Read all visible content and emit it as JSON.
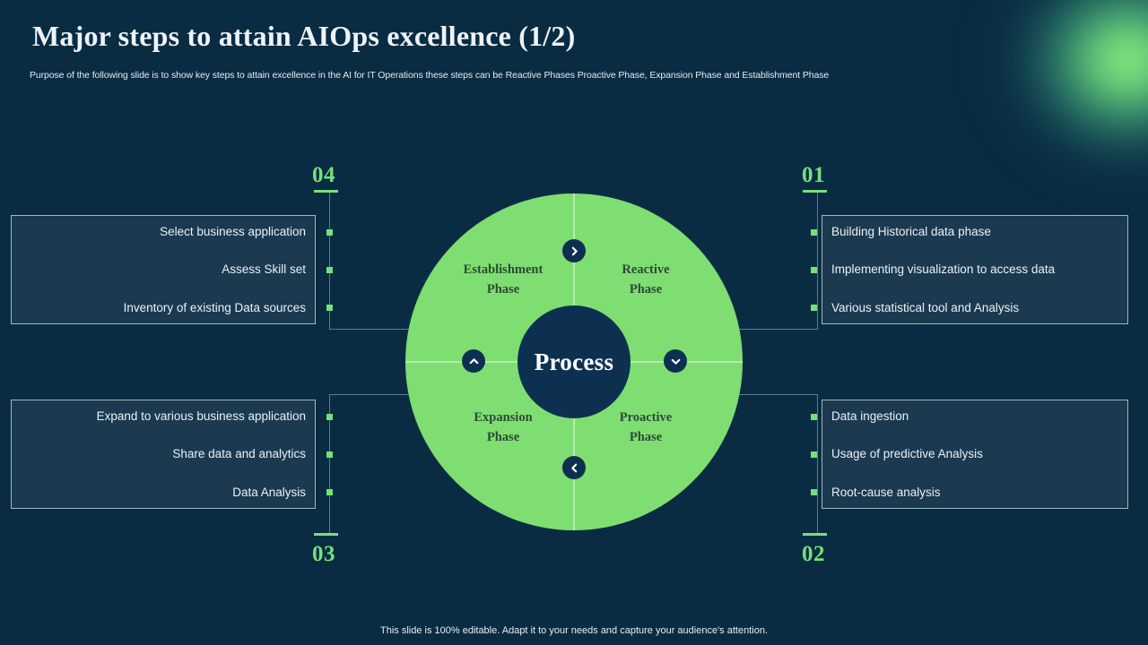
{
  "header": {
    "title": "Major steps to attain AIOps excellence (1/2)",
    "subtitle": "Purpose of the following slide is to show key steps to attain excellence in the AI for IT Operations these steps can be Reactive Phases Proactive Phase, Expansion Phase and Establishment Phase"
  },
  "wheel": {
    "center_label": "Process",
    "quadrants": [
      {
        "id": "establishment",
        "label": "Establishment\nPhase"
      },
      {
        "id": "reactive",
        "label": "Reactive\nPhase"
      },
      {
        "id": "expansion",
        "label": "Expansion\nPhase"
      },
      {
        "id": "proactive",
        "label": "Proactive\nPhase"
      }
    ],
    "badges": [
      {
        "id": "top",
        "icon": "chevron-right-icon"
      },
      {
        "id": "right",
        "icon": "chevron-down-icon"
      },
      {
        "id": "bottom",
        "icon": "chevron-left-icon"
      },
      {
        "id": "left",
        "icon": "chevron-up-icon"
      }
    ]
  },
  "steps": [
    {
      "number": "01",
      "side": "right",
      "position": "top",
      "items": [
        "Building Historical data phase",
        "Implementing  visualization to access data",
        "Various statistical tool and Analysis"
      ]
    },
    {
      "number": "02",
      "side": "right",
      "position": "bottom",
      "items": [
        "Data ingestion",
        "Usage of predictive Analysis",
        "Root-cause analysis"
      ]
    },
    {
      "number": "03",
      "side": "left",
      "position": "bottom",
      "items": [
        "Expand to various business application",
        "Share data and analytics",
        "Data Analysis"
      ]
    },
    {
      "number": "04",
      "side": "left",
      "position": "top",
      "items": [
        "Select business application",
        "Assess Skill set",
        "Inventory  of existing Data sources"
      ]
    }
  ],
  "footer": {
    "note": "This slide is 100% editable. Adapt it to your needs and capture your audience's attention."
  },
  "colors": {
    "background": "#0a2c42",
    "panel_fill": "#1b3a50",
    "panel_border": "#9fb6c2",
    "accent_green": "#76e07a",
    "wheel_green": "#7ede72",
    "wheel_core": "#0d3050",
    "quad_text": "#2d4a33",
    "text_primary": "#eaf1f5"
  }
}
